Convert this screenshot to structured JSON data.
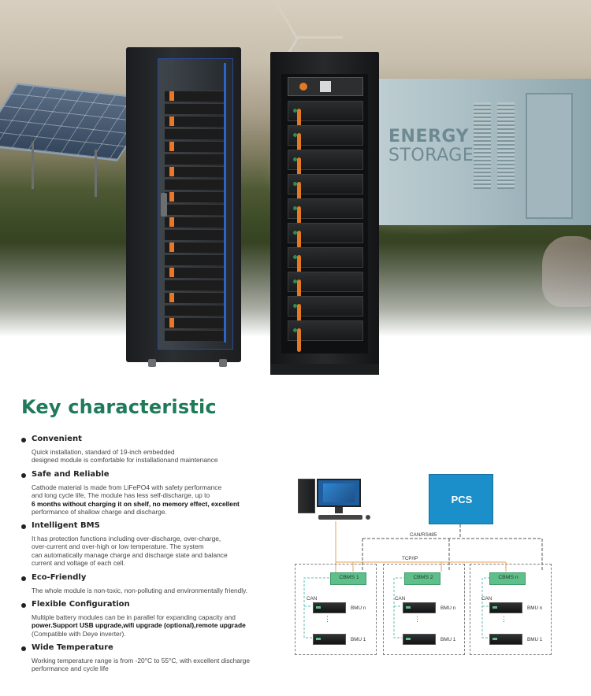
{
  "hero": {
    "container_label_line1": "ENERGY",
    "container_label_line2": "STORAGE"
  },
  "heading": "Key characteristic",
  "features": [
    {
      "title": "Convenient",
      "lines": [
        "Quick installation, standard of 19-inch embedded",
        "designed module is comfortable for installationand maintenance"
      ]
    },
    {
      "title": "Safe and Reliable",
      "lines": [
        "Cathode material is made from LiFePO4 with safety performance",
        "and long cycle life, The module has less self-discharge, up to",
        "6 months without charging it on shelf, no memory effect, excellent",
        "performance of shallow charge and discharge."
      ],
      "bold_prefix": "6 months without charging it on shelf, no memory effect, excellent"
    },
    {
      "title": "Intelligent BMS",
      "lines": [
        "It has protection functions including over-discharge, over-charge,",
        "over-current and over-high or low temperature. The system",
        "can automatically manage charge and discharge state and balance",
        "current and voltage of each cell."
      ]
    },
    {
      "title": "Eco-Friendly",
      "lines": [
        "The whole module is non-toxic, non-polluting and environmentally friendly."
      ]
    },
    {
      "title": "Flexible Configuration",
      "lines": [
        "Multiple battery modules can be in parallel for expanding capacity and",
        "power.Support USB upgrade,wifi upgrade (optional),remote upgrade",
        "(Compatible with Deye inverter)."
      ]
    },
    {
      "title": "Wide Temperature",
      "lines": [
        "Working temperature range is from -20°C to 55°C, with excellent discharge",
        "performance and cycle life"
      ]
    }
  ],
  "diagram": {
    "pcs_label": "PCS",
    "bus_label_can_rs485": "CAN/RS485",
    "bus_label_tcp_ip": "TCP/IP",
    "clusters": [
      {
        "cbms": "CBMS 1",
        "can": "CAN",
        "bmu_top": "BMU n",
        "bmu_bottom": "BMU 1"
      },
      {
        "cbms": "CBMS 2",
        "can": "CAN",
        "bmu_top": "BMU n",
        "bmu_bottom": "BMU 1"
      },
      {
        "cbms": "CBMS n",
        "can": "CAN",
        "bmu_top": "BMU n",
        "bmu_bottom": "BMU 1"
      }
    ],
    "colors": {
      "pcs": "#1b8fc9",
      "cbms": "#5fbf8a",
      "tcp_line": "#e0a35a",
      "can_rs485_line": "#555555",
      "can_line": "#5fbfb0"
    }
  },
  "colors": {
    "heading": "#1f7a5a",
    "cable_orange": "#e07a26",
    "cabinet_strip": "#2a63c9"
  }
}
